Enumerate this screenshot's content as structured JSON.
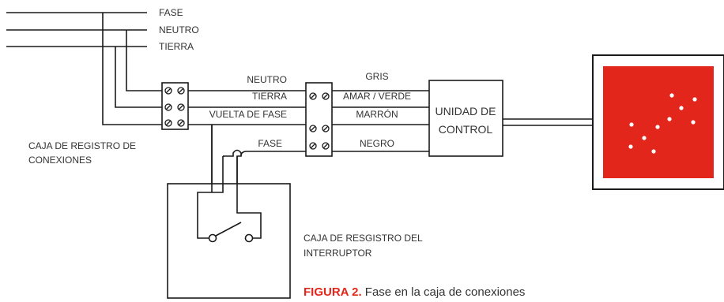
{
  "supply_lines": {
    "fase": "FASE",
    "neutro": "NEUTRO",
    "tierra": "TIERRA"
  },
  "junction_box": {
    "label_line1": "CAJA DE REGISTRO DE",
    "label_line2": "CONEXIONES"
  },
  "wires_left": {
    "neutro": "NEUTRO",
    "tierra": "TIERRA",
    "vuelta": "VUELTA DE FASE",
    "fase": "FASE"
  },
  "wires_right": {
    "gris": "GRIS",
    "amar_verde": "AMAR / VERDE",
    "marron": "MARRÓN",
    "negro": "NEGRO"
  },
  "control_unit": {
    "line1": "UNIDAD DE",
    "line2": "CONTROL"
  },
  "switch_box": {
    "label_line1": "CAJA DE RESGISTRO DEL",
    "label_line2": "INTERRUPTOR"
  },
  "caption": {
    "prefix": "FIGURA 2.",
    "text": "Fase en la caja de conexiones"
  },
  "colors": {
    "panel_red": "#e3261b",
    "line": "#1a1a1a",
    "caption_accent": "#e3261b",
    "text": "#333333"
  }
}
